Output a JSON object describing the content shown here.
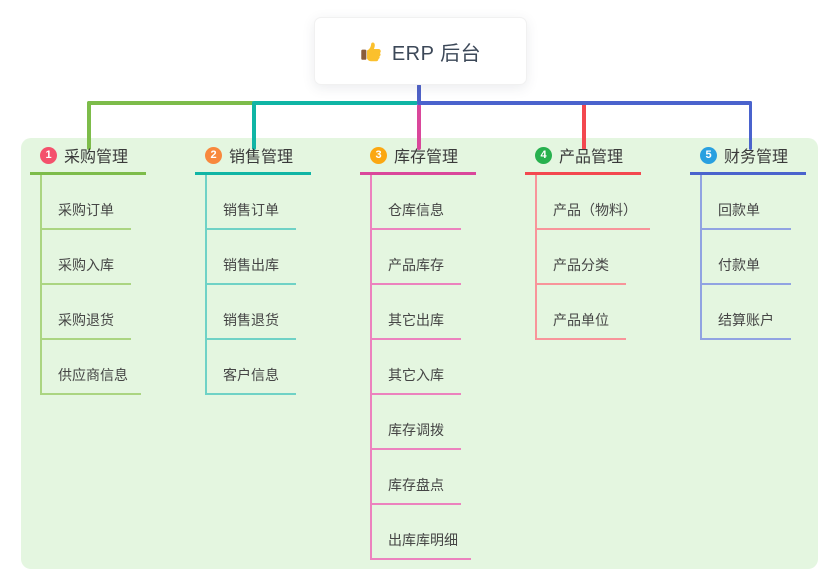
{
  "root": {
    "title": "ERP 后台",
    "icon": "thumbs-up",
    "line_color": "#5062c8"
  },
  "panel": {
    "background": "#e4f6e0"
  },
  "branches": [
    {
      "number": "1",
      "label": "采购管理",
      "badge_color": "#f4516c",
      "line_color": "#7dbc4a",
      "light_color": "#abd581",
      "children": [
        "采购订单",
        "采购入库",
        "采购退货",
        "供应商信息"
      ]
    },
    {
      "number": "2",
      "label": "销售管理",
      "badge_color": "#f8883d",
      "line_color": "#10b5a5",
      "light_color": "#6fd2c6",
      "children": [
        "销售订单",
        "销售出库",
        "销售退货",
        "客户信息"
      ]
    },
    {
      "number": "3",
      "label": "库存管理",
      "badge_color": "#fba712",
      "line_color": "#da479b",
      "light_color": "#ec82be",
      "children": [
        "仓库信息",
        "产品库存",
        "其它出库",
        "其它入库",
        "库存调拨",
        "库存盘点",
        "出库库明细"
      ]
    },
    {
      "number": "4",
      "label": "产品管理",
      "badge_color": "#27b14e",
      "line_color": "#f3484f",
      "light_color": "#f8949a",
      "children": [
        "产品（物料）",
        "产品分类",
        "产品单位"
      ]
    },
    {
      "number": "5",
      "label": "财务管理",
      "badge_color": "#29a0e0",
      "line_color": "#4a63cd",
      "light_color": "#91a3e2",
      "children": [
        "回款单",
        "付款单",
        "结算账户"
      ]
    }
  ]
}
